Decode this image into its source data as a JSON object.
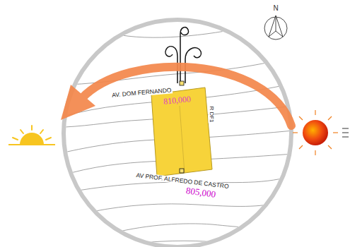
{
  "diagram": {
    "labels": [
      "N",
      "AV. DOM FERNANDO",
      "810,000",
      "R DF1",
      "AV PROF. ALFREDO DE CASTRO",
      "805,000"
    ]
  }
}
